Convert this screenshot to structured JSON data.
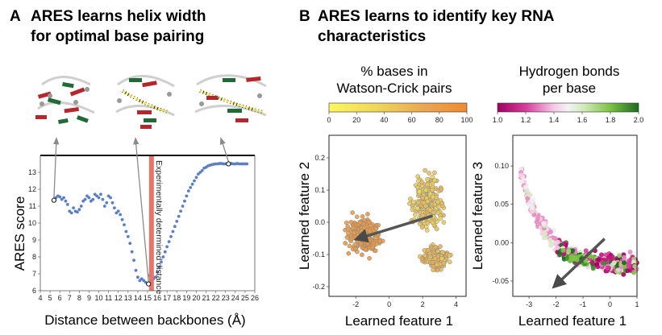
{
  "panel_a": {
    "letter": "A",
    "title_line1": "ARES learns helix width",
    "title_line2": "for optimal base pairing"
  },
  "panel_b": {
    "letter": "B",
    "title_line1": "ARES learns to identify key RNA",
    "title_line2": "characteristics",
    "cmap1_title_line1": "% bases in",
    "cmap1_title_line2": "Watson-Crick pairs",
    "cmap2_title_line1": "Hydrogen bonds",
    "cmap2_title_line2": "per base"
  },
  "colors": {
    "series_blue": "#5b7fc6",
    "marker_red": "#e8756b",
    "arrow_gray": "#555555",
    "cmap1": [
      "#fef65e",
      "#e8c646",
      "#e9a04e",
      "#f08a2e"
    ],
    "cmap2": [
      "#a0005f",
      "#d63c9c",
      "#f5cbe6",
      "#f3f3f3",
      "#cfe8b6",
      "#7bc244",
      "#1c6b1f"
    ]
  },
  "chart_data": [
    {
      "type": "scatter",
      "xlabel": "Distance between backbones (Å)",
      "ylabel": "ARES score",
      "xlim": [
        4,
        26
      ],
      "ylim": [
        6,
        14
      ],
      "xticks": [
        "4",
        "5",
        "6",
        "7",
        "8",
        "9",
        "10",
        "11",
        "12",
        "13",
        "14",
        "15",
        "16",
        "17",
        "18",
        "19",
        "20",
        "21",
        "22",
        "23",
        "24",
        "25",
        "26"
      ],
      "yticks": [
        "6",
        "7",
        "8",
        "9",
        "10",
        "11",
        "12",
        "13"
      ],
      "annotation": "Experimentally determined distance",
      "annotation_x": 15.4,
      "highlighted_points": [
        [
          5.4,
          11.35
        ],
        [
          15.1,
          6.4
        ],
        [
          23.3,
          13.5
        ]
      ],
      "series": [
        {
          "x": [
            5.4,
            5.6,
            5.8,
            6.0,
            6.2,
            6.4,
            6.6,
            6.8,
            7.0,
            7.2,
            7.4,
            7.6,
            7.8,
            8.0,
            8.2,
            8.4,
            8.6,
            8.8,
            9.0,
            9.2,
            9.4,
            9.6,
            9.8,
            10.0,
            10.2,
            10.4,
            10.6,
            10.8,
            11.0,
            11.2,
            11.4,
            11.6,
            11.8,
            12.0,
            12.2,
            12.4,
            12.6,
            12.8,
            13.0,
            13.2,
            13.4,
            13.6,
            13.8,
            14.0,
            14.2,
            14.4,
            14.6,
            14.8,
            15.0,
            15.2,
            15.4,
            15.6,
            15.8,
            16.0,
            16.2,
            16.4,
            16.6,
            16.8,
            17.0,
            17.2,
            17.4,
            17.6,
            17.8,
            18.0,
            18.2,
            18.4,
            18.6,
            18.8,
            19.0,
            19.2,
            19.4,
            19.6,
            19.8,
            20.0,
            20.2,
            20.4,
            20.6,
            20.8,
            21.0,
            21.2,
            21.4,
            21.6,
            21.8,
            22.0,
            22.2,
            22.4,
            22.6,
            22.8,
            23.0,
            23.2,
            23.4,
            23.6,
            23.8,
            24.0,
            24.2,
            24.4,
            24.6,
            24.8,
            25.0,
            25.2
          ],
          "y": [
            11.35,
            11.5,
            11.6,
            11.55,
            11.4,
            11.5,
            11.3,
            11.1,
            10.7,
            10.6,
            10.9,
            10.7,
            10.65,
            10.8,
            11.0,
            11.3,
            11.4,
            11.6,
            11.5,
            11.3,
            11.4,
            11.7,
            11.6,
            11.5,
            11.7,
            11.4,
            11.0,
            11.2,
            11.6,
            11.5,
            11.2,
            10.9,
            10.6,
            10.7,
            10.5,
            10.2,
            9.9,
            9.5,
            9.2,
            8.8,
            8.3,
            7.8,
            7.2,
            6.8,
            6.6,
            6.7,
            6.6,
            6.5,
            6.4,
            6.9,
            6.6,
            6.7,
            6.8,
            7.1,
            7.4,
            7.7,
            8.0,
            8.3,
            8.6,
            8.9,
            9.2,
            9.5,
            9.8,
            10.1,
            10.4,
            10.7,
            11.0,
            11.3,
            11.6,
            11.9,
            12.1,
            12.3,
            12.5,
            12.7,
            12.9,
            13.0,
            13.1,
            13.25,
            13.3,
            13.38,
            13.42,
            13.45,
            13.48,
            13.5,
            13.5,
            13.52,
            13.52,
            13.5,
            13.5,
            13.5,
            13.5,
            13.52,
            13.5,
            13.5,
            13.52,
            13.5,
            13.5,
            13.5,
            13.5,
            13.5
          ]
        }
      ]
    },
    {
      "type": "scatter",
      "xlabel": "Learned feature 1",
      "ylabel": "Learned feature 2",
      "xlim": [
        -3.6,
        4.6
      ],
      "ylim": [
        -0.23,
        0.27
      ],
      "xticks": [
        "-2",
        "0",
        "2",
        "4"
      ],
      "yticks": [
        "-0.2",
        "-0.1",
        "0.0",
        "0.1",
        "0.2"
      ],
      "colorbar_label": "% bases in Watson-Crick pairs",
      "colorbar_range": [
        0,
        100
      ],
      "colorbar_ticks": [
        "0",
        "20",
        "40",
        "60",
        "80",
        "100"
      ],
      "arrow": {
        "from": [
          2.6,
          0.02
        ],
        "to": [
          -1.8,
          -0.05
        ]
      }
    },
    {
      "type": "scatter",
      "xlabel": "Learned feature 1",
      "ylabel": "Learned feature 3",
      "xlim": [
        -3.6,
        1.0
      ],
      "ylim": [
        -0.07,
        0.14
      ],
      "xticks": [
        "-3",
        "-2",
        "-1",
        "0",
        "1"
      ],
      "yticks": [
        "-0.05",
        "0.00",
        "0.05",
        "0.10"
      ],
      "colorbar_label": "Hydrogen bonds per base",
      "colorbar_range": [
        1.0,
        2.0
      ],
      "colorbar_ticks": [
        "1.0",
        "1.2",
        "1.4",
        "1.6",
        "1.8",
        "2.0"
      ],
      "arrow": {
        "from": [
          -0.2,
          0.005
        ],
        "to": [
          -2.0,
          -0.055
        ]
      }
    }
  ]
}
